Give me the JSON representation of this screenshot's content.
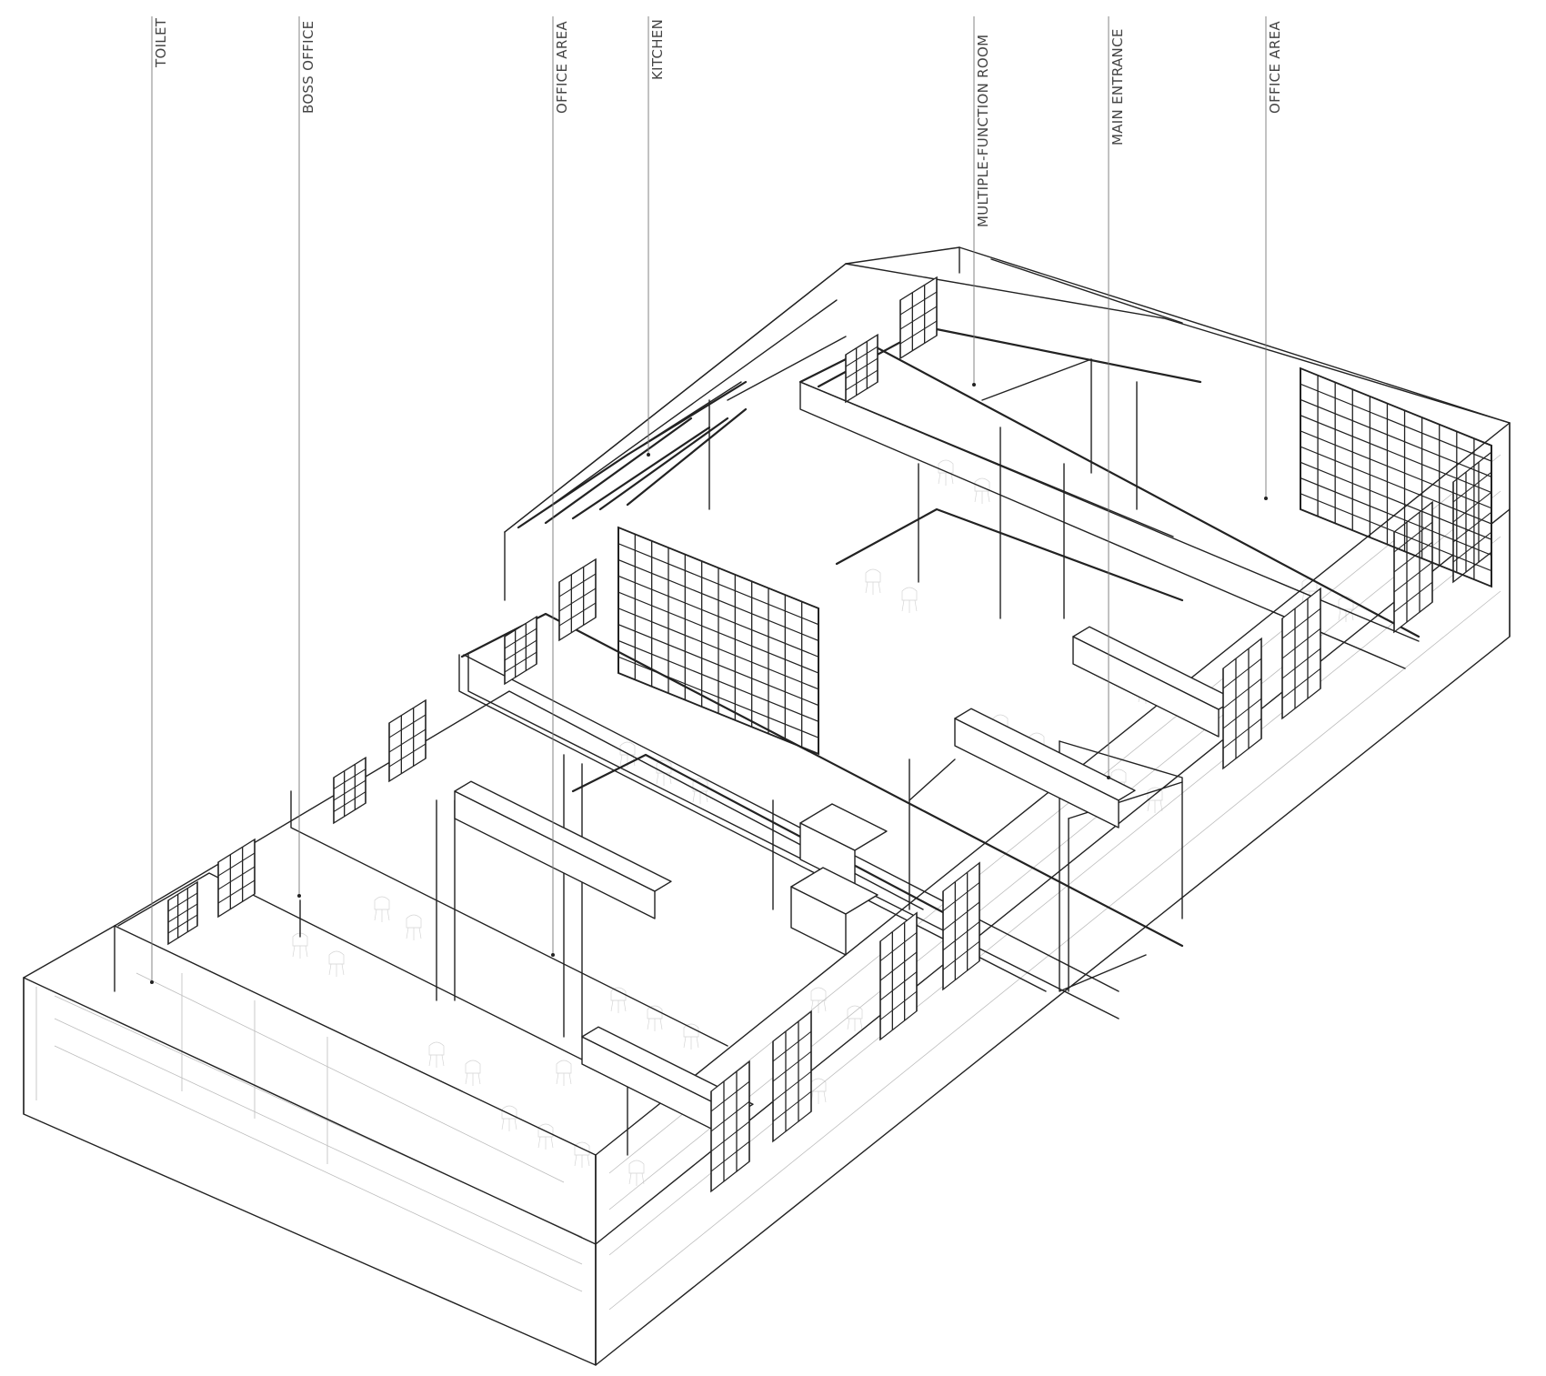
{
  "labels": [
    {
      "id": "toilet",
      "text": "TOILET"
    },
    {
      "id": "boss-office",
      "text": "BOSS OFFICE"
    },
    {
      "id": "office-area-1",
      "text": "OFFICE AREA"
    },
    {
      "id": "kitchen",
      "text": "KITCHEN"
    },
    {
      "id": "multiple-function-room",
      "text": "MULTIPLE-FUNCTION ROOM"
    },
    {
      "id": "main-entrance",
      "text": "MAIN ENTRANCE"
    },
    {
      "id": "office-area-2",
      "text": "OFFICE AREA"
    }
  ],
  "colors": {
    "line": "#222222",
    "faint": "#bdbdbd",
    "label": "#444444",
    "background": "#ffffff"
  }
}
